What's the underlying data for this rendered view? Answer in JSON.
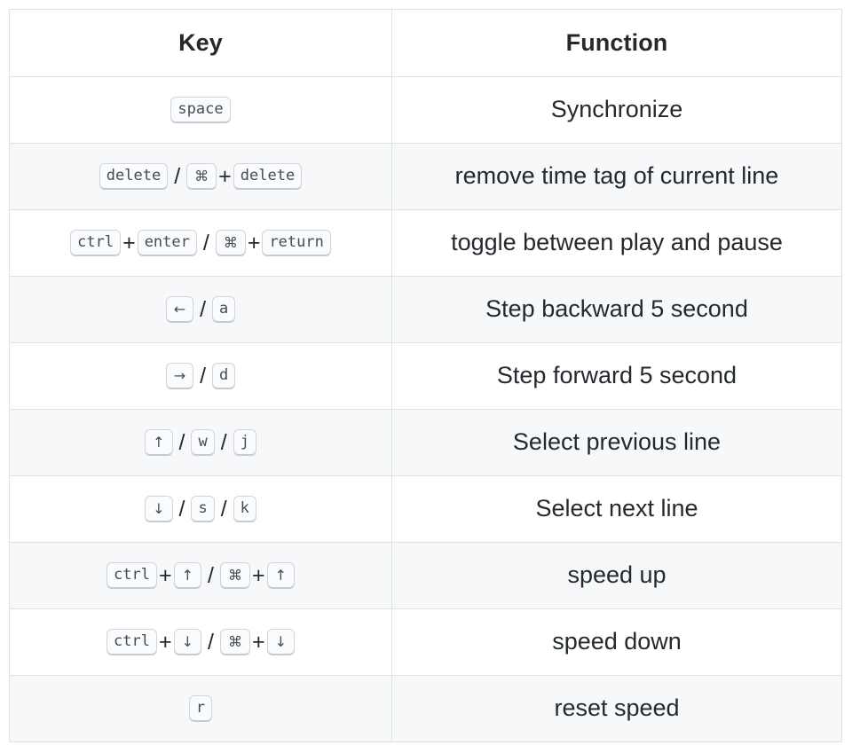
{
  "table": {
    "headers": {
      "key": "Key",
      "function": "Function"
    },
    "rows": [
      {
        "function": "Synchronize",
        "combo": [
          {
            "type": "key",
            "label": "space"
          }
        ]
      },
      {
        "function": "remove time tag of current line",
        "combo": [
          {
            "type": "key",
            "label": "delete"
          },
          {
            "type": "slash",
            "label": "/"
          },
          {
            "type": "key",
            "label": "⌘"
          },
          {
            "type": "plus",
            "label": "+"
          },
          {
            "type": "key",
            "label": "delete"
          }
        ]
      },
      {
        "function": "toggle between play and pause",
        "combo": [
          {
            "type": "key",
            "label": "ctrl"
          },
          {
            "type": "plus",
            "label": "+"
          },
          {
            "type": "key",
            "label": "enter"
          },
          {
            "type": "slash",
            "label": "/"
          },
          {
            "type": "key",
            "label": "⌘"
          },
          {
            "type": "plus",
            "label": "+"
          },
          {
            "type": "key",
            "label": "return"
          }
        ]
      },
      {
        "function": "Step backward 5 second",
        "combo": [
          {
            "type": "key",
            "label": "←"
          },
          {
            "type": "slash",
            "label": "/"
          },
          {
            "type": "key",
            "label": "a"
          }
        ]
      },
      {
        "function": "Step forward 5 second",
        "combo": [
          {
            "type": "key",
            "label": "→"
          },
          {
            "type": "slash",
            "label": "/"
          },
          {
            "type": "key",
            "label": "d"
          }
        ]
      },
      {
        "function": "Select previous line",
        "combo": [
          {
            "type": "key",
            "label": "↑"
          },
          {
            "type": "slash",
            "label": "/"
          },
          {
            "type": "key",
            "label": "w"
          },
          {
            "type": "slash",
            "label": "/"
          },
          {
            "type": "key",
            "label": "j"
          }
        ]
      },
      {
        "function": "Select next line",
        "combo": [
          {
            "type": "key",
            "label": "↓"
          },
          {
            "type": "slash",
            "label": "/"
          },
          {
            "type": "key",
            "label": "s"
          },
          {
            "type": "slash",
            "label": "/"
          },
          {
            "type": "key",
            "label": "k"
          }
        ]
      },
      {
        "function": "speed up",
        "combo": [
          {
            "type": "key",
            "label": "ctrl"
          },
          {
            "type": "plus",
            "label": "+"
          },
          {
            "type": "key",
            "label": "↑"
          },
          {
            "type": "slash",
            "label": "/"
          },
          {
            "type": "key",
            "label": "⌘"
          },
          {
            "type": "plus",
            "label": "+"
          },
          {
            "type": "key",
            "label": "↑"
          }
        ]
      },
      {
        "function": "speed down",
        "combo": [
          {
            "type": "key",
            "label": "ctrl"
          },
          {
            "type": "plus",
            "label": "+"
          },
          {
            "type": "key",
            "label": "↓"
          },
          {
            "type": "slash",
            "label": "/"
          },
          {
            "type": "key",
            "label": "⌘"
          },
          {
            "type": "plus",
            "label": "+"
          },
          {
            "type": "key",
            "label": "↓"
          }
        ]
      },
      {
        "function": "reset speed",
        "combo": [
          {
            "type": "key",
            "label": "r"
          }
        ]
      }
    ]
  },
  "colors": {
    "border": "#dfe2e5",
    "stripe": "#f6f8fa",
    "text": "#24292e",
    "kbd_bg": "#fafbfc",
    "kbd_border": "#d1d5da",
    "kbd_text": "#444d56"
  }
}
